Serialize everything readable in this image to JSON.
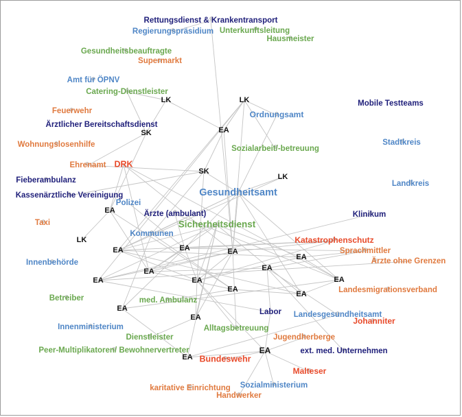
{
  "colors": {
    "navy": "#1f1f7a",
    "blue": "#4f86c6",
    "green": "#6aa84f",
    "orange": "#e07a3f",
    "red": "#e84a2a",
    "black": "#111111",
    "edge": "#c4c4c4"
  },
  "nodes": [
    {
      "id": "rettungsdienst",
      "label": "Rettungsdienst & Krankentransport",
      "color": "navy"
    },
    {
      "id": "regierungspraesidium",
      "label": "Regierungspräsidium",
      "color": "blue"
    },
    {
      "id": "unterkunftsleitung",
      "label": "Unterkunftsleitung",
      "color": "green"
    },
    {
      "id": "hausmeister",
      "label": "Hausmeister",
      "color": "green"
    },
    {
      "id": "gesundheitsbeauftragte",
      "label": "Gesundheitsbeauftragte",
      "color": "green"
    },
    {
      "id": "supermarkt",
      "label": "Supermarkt",
      "color": "orange"
    },
    {
      "id": "amt_oepnv",
      "label": "Amt für ÖPNV",
      "color": "blue"
    },
    {
      "id": "catering",
      "label": "Catering-Dienstleister",
      "color": "green"
    },
    {
      "id": "lk1",
      "label": "LK",
      "color": "black"
    },
    {
      "id": "lk2",
      "label": "LK",
      "color": "black"
    },
    {
      "id": "mobile_testteams",
      "label": "Mobile Testteams",
      "color": "navy"
    },
    {
      "id": "feuerwehr",
      "label": "Feuerwehr",
      "color": "orange"
    },
    {
      "id": "ordnungsamt",
      "label": "Ordnungsamt",
      "color": "blue"
    },
    {
      "id": "aerztl_bereitschaft",
      "label": "Ärztlicher Bereitschaftsdienst",
      "color": "navy"
    },
    {
      "id": "ea_top",
      "label": "EA",
      "color": "black"
    },
    {
      "id": "sk1",
      "label": "SK",
      "color": "black"
    },
    {
      "id": "wohnungslosenhilfe",
      "label": "Wohnungslosenhilfe",
      "color": "orange"
    },
    {
      "id": "stadtkreis",
      "label": "Stadtkreis",
      "color": "blue"
    },
    {
      "id": "sozialarbeit",
      "label": "Sozialarbeit/-betreuung",
      "color": "green"
    },
    {
      "id": "ehrenamt",
      "label": "Ehrenamt",
      "color": "orange"
    },
    {
      "id": "drk",
      "label": "DRK",
      "color": "red"
    },
    {
      "id": "sk2",
      "label": "SK",
      "color": "black"
    },
    {
      "id": "lk3",
      "label": "LK",
      "color": "black"
    },
    {
      "id": "fieberambulanz",
      "label": "Fieberambulanz",
      "color": "navy"
    },
    {
      "id": "landkreis",
      "label": "Landkreis",
      "color": "blue"
    },
    {
      "id": "gesundheitsamt",
      "label": "Gesundheitsamt",
      "color": "blue"
    },
    {
      "id": "kv",
      "label": "Kassenärztliche Vereinigung",
      "color": "navy"
    },
    {
      "id": "polizei",
      "label": "Polizei",
      "color": "blue"
    },
    {
      "id": "ea_a",
      "label": "EA",
      "color": "black"
    },
    {
      "id": "aerzte_amb",
      "label": "Ärzte (ambulant)",
      "color": "navy"
    },
    {
      "id": "klinikum",
      "label": "Klinikum",
      "color": "navy"
    },
    {
      "id": "taxi",
      "label": "Taxi",
      "color": "orange"
    },
    {
      "id": "sicherheitsdienst",
      "label": "Sicherheitsdienst",
      "color": "green"
    },
    {
      "id": "kommunen",
      "label": "Kommunen",
      "color": "blue"
    },
    {
      "id": "lk4",
      "label": "LK",
      "color": "black"
    },
    {
      "id": "katastrophenschutz",
      "label": "Katastrophenschutz",
      "color": "red"
    },
    {
      "id": "ea_b",
      "label": "EA",
      "color": "black"
    },
    {
      "id": "ea_c",
      "label": "EA",
      "color": "black"
    },
    {
      "id": "ea_d",
      "label": "EA",
      "color": "black"
    },
    {
      "id": "sprachmittler",
      "label": "Sprachmittler",
      "color": "orange"
    },
    {
      "id": "ea_e",
      "label": "EA",
      "color": "black"
    },
    {
      "id": "innenbehoerde",
      "label": "Innenbehörde",
      "color": "blue"
    },
    {
      "id": "aerzte_grenzen",
      "label": "Ärzte ohne Grenzen",
      "color": "orange"
    },
    {
      "id": "ea_f",
      "label": "EA",
      "color": "black"
    },
    {
      "id": "ea_g",
      "label": "EA",
      "color": "black"
    },
    {
      "id": "ea_h",
      "label": "EA",
      "color": "black"
    },
    {
      "id": "ea_i",
      "label": "EA",
      "color": "black"
    },
    {
      "id": "ea_j",
      "label": "EA",
      "color": "black"
    },
    {
      "id": "landesmigration",
      "label": "Landesmigrationsverband",
      "color": "orange"
    },
    {
      "id": "ea_k",
      "label": "EA",
      "color": "black"
    },
    {
      "id": "ea_l",
      "label": "EA",
      "color": "black"
    },
    {
      "id": "betreiber",
      "label": "Betreiber",
      "color": "green"
    },
    {
      "id": "ea_m",
      "label": "EA",
      "color": "black"
    },
    {
      "id": "med_ambulanz",
      "label": "med. Ambulanz",
      "color": "green"
    },
    {
      "id": "labor",
      "label": "Labor",
      "color": "navy"
    },
    {
      "id": "landesgesundheitsamt",
      "label": "Landesgesundheitsamt",
      "color": "blue"
    },
    {
      "id": "innenministerium",
      "label": "Innenministerium",
      "color": "blue"
    },
    {
      "id": "ea_n",
      "label": "EA",
      "color": "black"
    },
    {
      "id": "johanniter",
      "label": "Johanniter",
      "color": "red"
    },
    {
      "id": "alltagsbetreuung",
      "label": "Alltagsbetreuung",
      "color": "green"
    },
    {
      "id": "dienstleister",
      "label": "Dienstleister",
      "color": "green"
    },
    {
      "id": "jugendherberge",
      "label": "Jugendherberge",
      "color": "orange"
    },
    {
      "id": "ea_o",
      "label": "EA",
      "color": "black"
    },
    {
      "id": "peer",
      "label": "Peer-Multiplikatoren/ Bewohnervertreter",
      "color": "green"
    },
    {
      "id": "ext_unternehmen",
      "label": "ext. med. Unternehmen",
      "color": "navy"
    },
    {
      "id": "ea_p",
      "label": "EA",
      "color": "black"
    },
    {
      "id": "bundeswehr",
      "label": "Bundeswehr",
      "color": "red"
    },
    {
      "id": "malteser",
      "label": "Malteser",
      "color": "red"
    },
    {
      "id": "sozialministerium",
      "label": "Sozialministerium",
      "color": "blue"
    },
    {
      "id": "karitative",
      "label": "karitative Einrichtung",
      "color": "orange"
    },
    {
      "id": "handwerker",
      "label": "Handwerker",
      "color": "orange"
    }
  ],
  "edges": [
    [
      "lk1",
      "ea_top"
    ],
    [
      "lk1",
      "catering"
    ],
    [
      "lk2",
      "ea_top"
    ],
    [
      "lk2",
      "ordnungsamt"
    ],
    [
      "ea_top",
      "sk2"
    ],
    [
      "ea_top",
      "lk2"
    ],
    [
      "sk1",
      "catering"
    ],
    [
      "sk1",
      "ehrenamt"
    ],
    [
      "sk1",
      "lk1"
    ],
    [
      "sk2",
      "ehrenamt"
    ],
    [
      "sk2",
      "kv"
    ],
    [
      "sk2",
      "gesundheitsamt"
    ],
    [
      "sk2",
      "kommunen"
    ],
    [
      "lk3",
      "ea_d"
    ],
    [
      "lk3",
      "gesundheitsamt"
    ],
    [
      "lk2",
      "ea_d"
    ],
    [
      "lk2",
      "ea_c"
    ],
    [
      "lk2",
      "sozialarbeit"
    ],
    [
      "lk2",
      "ea_i"
    ],
    [
      "rettungsdienst",
      "ea_c"
    ],
    [
      "drk",
      "ea_c"
    ],
    [
      "drk",
      "ea_f"
    ],
    [
      "gesundheitsamt",
      "ea_c"
    ],
    [
      "gesundheitsamt",
      "ea_d"
    ],
    [
      "gesundheitsamt",
      "ea_b"
    ],
    [
      "ea_b",
      "katastrophenschutz"
    ],
    [
      "ea_b",
      "ea_f"
    ],
    [
      "ea_b",
      "ea_h"
    ],
    [
      "ea_b",
      "ea_m"
    ],
    [
      "ea_b",
      "sprachmittler"
    ],
    [
      "ea_b",
      "polizei"
    ],
    [
      "ea_b",
      "aerzte_amb"
    ],
    [
      "ea_c",
      "katastrophenschutz"
    ],
    [
      "ea_c",
      "ea_h"
    ],
    [
      "ea_c",
      "ea_i"
    ],
    [
      "ea_c",
      "ea_f"
    ],
    [
      "ea_c",
      "ea_n"
    ],
    [
      "sicherheitsdienst",
      "ea_f"
    ],
    [
      "sicherheitsdienst",
      "ea_h"
    ],
    [
      "sicherheitsdienst",
      "ea_d"
    ],
    [
      "sicherheitsdienst",
      "ea_i"
    ],
    [
      "sicherheitsdienst",
      "ea_n"
    ],
    [
      "sicherheitsdienst",
      "ea_p"
    ],
    [
      "sicherheitsdienst",
      "ea_l"
    ],
    [
      "sicherheitsdienst",
      "ea_e"
    ],
    [
      "ea_d",
      "ea_e"
    ],
    [
      "ea_d",
      "ea_l"
    ],
    [
      "ea_d",
      "ea_h"
    ],
    [
      "ea_d",
      "katastrophenschutz"
    ],
    [
      "ea_e",
      "sprachmittler"
    ],
    [
      "ea_e",
      "ea_h"
    ],
    [
      "ea_i",
      "aerzte_grenzen"
    ],
    [
      "ea_i",
      "klinikum"
    ],
    [
      "ea_i",
      "labor"
    ],
    [
      "ea_j",
      "ea_l"
    ],
    [
      "ea_j",
      "ea_e"
    ],
    [
      "ea_j",
      "aerzte_amb"
    ],
    [
      "ea_g",
      "ea_f"
    ],
    [
      "ea_g",
      "labor"
    ],
    [
      "ea_g",
      "ext_unternehmen"
    ],
    [
      "ea_g",
      "landesgesundheitsamt"
    ],
    [
      "ea_g",
      "sprachmittler"
    ],
    [
      "ea_k",
      "ea_l"
    ],
    [
      "ea_k",
      "kommunen"
    ],
    [
      "ea_k",
      "med_ambulanz"
    ],
    [
      "ea_o",
      "ea_h"
    ],
    [
      "ea_o",
      "ea_p"
    ],
    [
      "ea_o",
      "malteser"
    ],
    [
      "ea_o",
      "labor"
    ],
    [
      "ea_o",
      "handwerker"
    ],
    [
      "ea_o",
      "sozialministerium"
    ],
    [
      "ea_o",
      "jugendherberge"
    ],
    [
      "ea_p",
      "ea_m"
    ],
    [
      "ea_n",
      "dienstleister"
    ],
    [
      "ea_n",
      "ea_h"
    ],
    [
      "ea_m",
      "kommunen"
    ],
    [
      "ea_m",
      "ea_j"
    ],
    [
      "lk4",
      "ea_a"
    ],
    [
      "ea_a",
      "ea_f"
    ],
    [
      "ea_a",
      "drk"
    ],
    [
      "gesundheitsamt",
      "kommunen"
    ],
    [
      "gesundheitsamt",
      "ordnungsamt"
    ],
    [
      "gesundheitsamt",
      "ea_j"
    ],
    [
      "ea_h",
      "katastrophenschutz"
    ],
    [
      "ea_p",
      "landesgesundheitsamt"
    ],
    [
      "ea_h",
      "alltagsbetreuung"
    ],
    [
      "ea_c",
      "alltagsbetreuung"
    ],
    [
      "ea_l",
      "gesundheitsamt"
    ],
    [
      "ea_top",
      "ea_c"
    ],
    [
      "sk2",
      "ea_h"
    ],
    [
      "sk1",
      "ea_a"
    ],
    [
      "ea_a",
      "ea_k"
    ],
    [
      "drk",
      "ea_j"
    ],
    [
      "ea_k",
      "ea_f"
    ],
    [
      "bundeswehr",
      "ea_o"
    ],
    [
      "rettungsdienst",
      "regierungspraesidium"
    ]
  ]
}
